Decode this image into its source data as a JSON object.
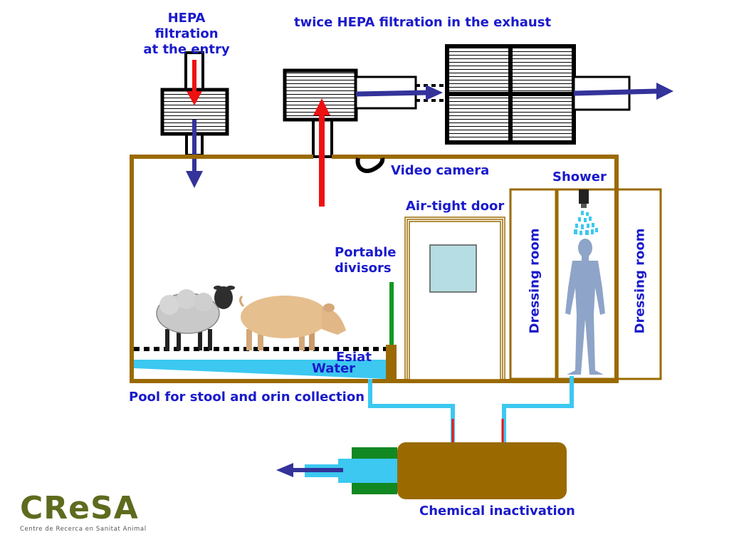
{
  "labels": {
    "hepa_entry_line1": "HEPA filtration",
    "hepa_entry_line2": "at the entry",
    "hepa_exhaust": "twice HEPA filtration in the exhaust",
    "video_camera": "Video camera",
    "shower": "Shower",
    "air_tight_door": "Air-tight door",
    "portable_line1": "Portable",
    "portable_line2": "divisors",
    "dressing_room_1": "Dressing room",
    "dressing_room_2": "Dressing room",
    "esiat": "Esiat",
    "water": "Water",
    "pool": "Pool for stool and orin collection",
    "chemical": "Chemical inactivation"
  },
  "logo": {
    "name": "CReSA",
    "subtitle": "Centre de Recerca en Sanitat Animal"
  },
  "colors": {
    "wall": "#9a6a00",
    "water": "#3cc8f0",
    "arrow_blue": "#33339a",
    "arrow_red": "#ee1111",
    "label": "#1a1acc",
    "divisor": "#119922",
    "tank": "#9a6a00",
    "valve": "#118822",
    "window": "#b6dde3",
    "person": "#8ea4c8",
    "logo": "#5e6b1e"
  },
  "icons": [
    "video-camera-icon",
    "shower-head-icon",
    "sheep-icon",
    "pig-icon",
    "person-icon"
  ]
}
